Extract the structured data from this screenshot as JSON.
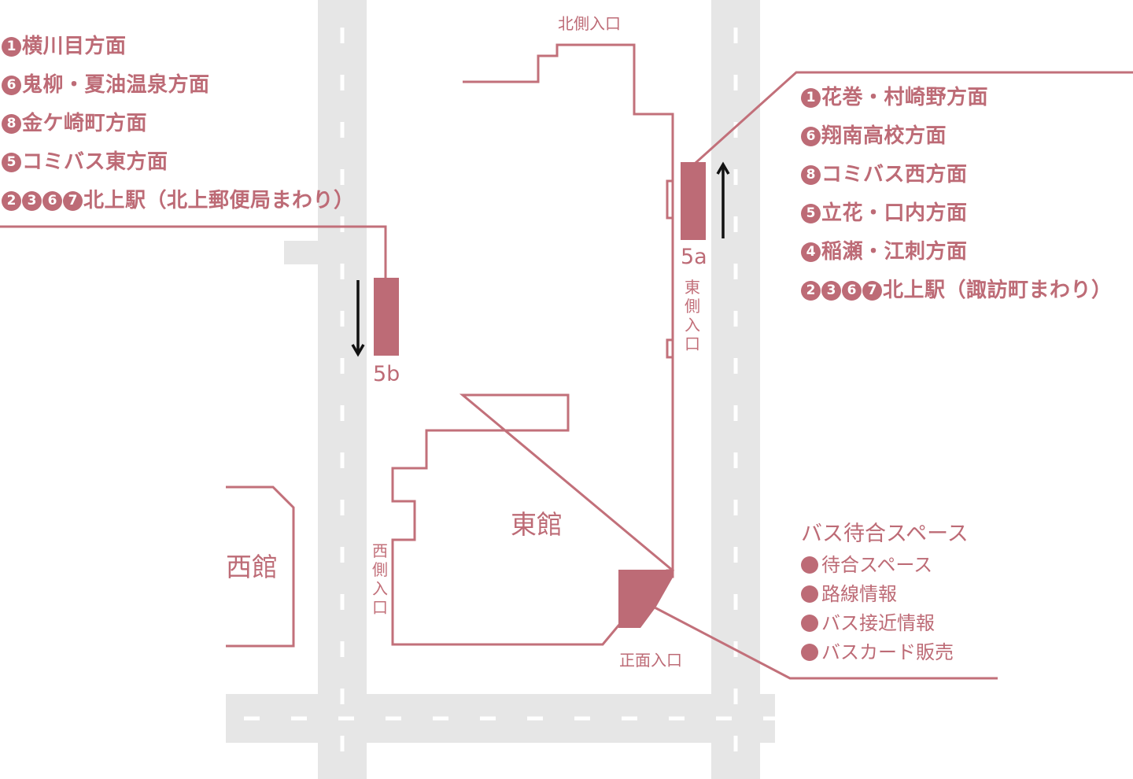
{
  "colors": {
    "accent": "#bd6b76",
    "road": "#e6e6e6",
    "arrow": "#111111"
  },
  "buildings": {
    "east": "東館",
    "west": "西館"
  },
  "entrances": {
    "north": "北側入口",
    "east": "東側入口",
    "west": "西側入口",
    "front": "正面入口"
  },
  "stops": {
    "stop_5a": {
      "label": "5a",
      "direction": "northbound",
      "routes": [
        {
          "nums": [
            "1"
          ],
          "text": "花巻・村崎野方面"
        },
        {
          "nums": [
            "6"
          ],
          "text": "翔南高校方面"
        },
        {
          "nums": [
            "8"
          ],
          "text": "コミバス西方面"
        },
        {
          "nums": [
            "5"
          ],
          "text": "立花・口内方面"
        },
        {
          "nums": [
            "4"
          ],
          "text": "稲瀬・江刺方面"
        },
        {
          "nums": [
            "2",
            "3",
            "6",
            "7"
          ],
          "text": "北上駅（諏訪町まわり）"
        }
      ]
    },
    "stop_5b": {
      "label": "5b",
      "direction": "southbound",
      "routes": [
        {
          "nums": [
            "1"
          ],
          "text": "横川目方面"
        },
        {
          "nums": [
            "6"
          ],
          "text": "鬼柳・夏油温泉方面"
        },
        {
          "nums": [
            "8"
          ],
          "text": "金ケ崎町方面"
        },
        {
          "nums": [
            "5"
          ],
          "text": "コミバス東方面"
        },
        {
          "nums": [
            "2",
            "3",
            "6",
            "7"
          ],
          "text": "北上駅（北上郵便局まわり）"
        }
      ]
    }
  },
  "waiting_space": {
    "title": "バス待合スペース",
    "items": [
      "待合スペース",
      "路線情報",
      "バス接近情報",
      "バスカード販売"
    ]
  }
}
